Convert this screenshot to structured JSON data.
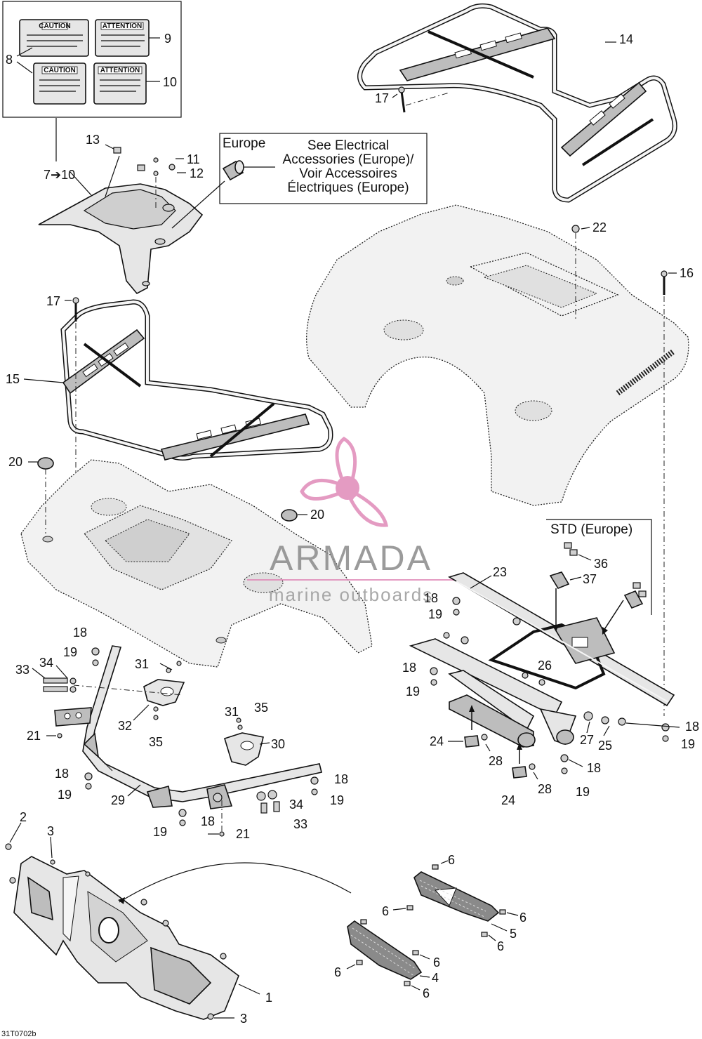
{
  "diagram": {
    "part_labels": [
      "1",
      "2",
      "3",
      "3",
      "4",
      "5",
      "6",
      "6",
      "6",
      "6",
      "6",
      "6",
      "6",
      "6",
      "7➔10",
      "8",
      "9",
      "10",
      "11",
      "12",
      "13",
      "14",
      "15",
      "16",
      "17",
      "17",
      "18",
      "18",
      "18",
      "18",
      "18",
      "18",
      "18",
      "18",
      "18",
      "19",
      "19",
      "19",
      "19",
      "19",
      "19",
      "19",
      "19",
      "19",
      "20",
      "20",
      "21",
      "21",
      "22",
      "23",
      "24",
      "24",
      "25",
      "26",
      "27",
      "28",
      "28",
      "29",
      "30",
      "31",
      "31",
      "32",
      "33",
      "33",
      "34",
      "34",
      "35",
      "35",
      "36",
      "37"
    ],
    "callout_europe": {
      "title": "Europe",
      "line1": "See Electrical",
      "line2": "Accessories (Europe)/",
      "line3": "Voir Accessoires",
      "line4": "Électriques (Europe)"
    },
    "callout_std": "STD (Europe)",
    "decals": {
      "caution": "CAUTION",
      "attention": "ATTENTION"
    },
    "drawing_code": "31T0702b",
    "watermark": {
      "brand": "ARMADA",
      "tagline": "marine outboards"
    }
  }
}
